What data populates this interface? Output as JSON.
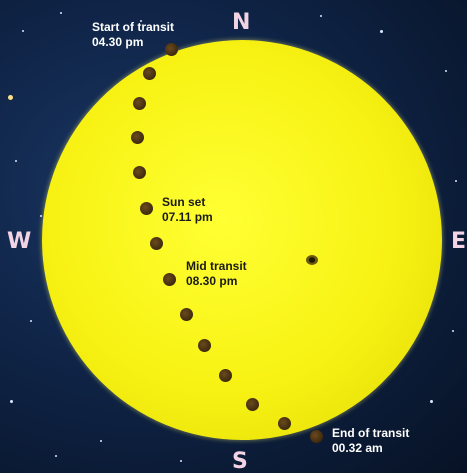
{
  "compass": {
    "north": "N",
    "south": "S",
    "east": "E",
    "west": "W"
  },
  "events": {
    "start": {
      "title": "Start of transit",
      "time": "04.30 pm"
    },
    "sunset": {
      "title": "Sun set",
      "time": "07.11 pm"
    },
    "mid": {
      "title": "Mid transit",
      "time": "08.30 pm"
    },
    "end": {
      "title": "End of transit",
      "time": "00.32 am"
    }
  }
}
